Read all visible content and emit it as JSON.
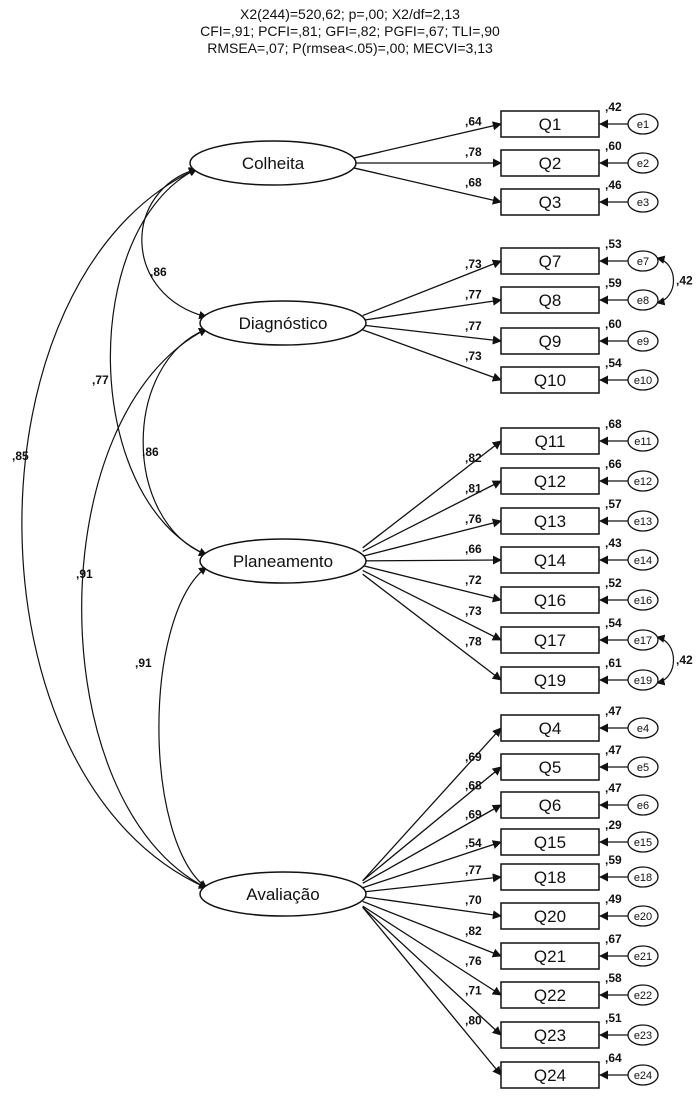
{
  "fit_stats": [
    "X2(244)=520,62; p=,00; X2/df=2,13",
    "CFI=,91; PCFI=,81; GFI=,82; PGFI=,67; TLI=,90",
    "RMSEA=,07; P(rmsea<.05)=,00; MECVI=3,13"
  ],
  "factors": [
    {
      "name": "Colheita",
      "items": [
        {
          "item": "Q1",
          "loading": ",64",
          "r2": ",42",
          "error": "e1"
        },
        {
          "item": "Q2",
          "loading": ",78",
          "r2": ",60",
          "error": "e2"
        },
        {
          "item": "Q3",
          "loading": ",68",
          "r2": ",46",
          "error": "e3"
        }
      ]
    },
    {
      "name": "Diagnóstico",
      "items": [
        {
          "item": "Q7",
          "loading": ",73",
          "r2": ",53",
          "error": "e7"
        },
        {
          "item": "Q8",
          "loading": ",77",
          "r2": ",59",
          "error": "e8"
        },
        {
          "item": "Q9",
          "loading": ",77",
          "r2": ",60",
          "error": "e9"
        },
        {
          "item": "Q10",
          "loading": ",73",
          "r2": ",54",
          "error": "e10"
        }
      ]
    },
    {
      "name": "Planeamento",
      "items": [
        {
          "item": "Q11",
          "loading": ",82",
          "r2": ",68",
          "error": "e11"
        },
        {
          "item": "Q12",
          "loading": ",81",
          "r2": ",66",
          "error": "e12"
        },
        {
          "item": "Q13",
          "loading": ",76",
          "r2": ",57",
          "error": "e13"
        },
        {
          "item": "Q14",
          "loading": ",66",
          "r2": ",43",
          "error": "e14"
        },
        {
          "item": "Q16",
          "loading": ",72",
          "r2": ",52",
          "error": "e16"
        },
        {
          "item": "Q17",
          "loading": ",73",
          "r2": ",54",
          "error": "e17"
        },
        {
          "item": "Q19",
          "loading": ",78",
          "r2": ",61",
          "error": "e19"
        }
      ]
    },
    {
      "name": "Avaliação",
      "items": [
        {
          "item": "Q4",
          "loading": ",69",
          "r2": ",47",
          "error": "e4"
        },
        {
          "item": "Q5",
          "loading": ",68",
          "r2": ",47",
          "error": "e5"
        },
        {
          "item": "Q6",
          "loading": ",69",
          "r2": ",47",
          "error": "e6"
        },
        {
          "item": "Q15",
          "loading": ",54",
          "r2": ",29",
          "error": "e15"
        },
        {
          "item": "Q18",
          "loading": ",77",
          "r2": ",59",
          "error": "e18"
        },
        {
          "item": "Q20",
          "loading": ",70",
          "r2": ",49",
          "error": "e20"
        },
        {
          "item": "Q21",
          "loading": ",82",
          "r2": ",67",
          "error": "e21"
        },
        {
          "item": "Q22",
          "loading": ",76",
          "r2": ",58",
          "error": "e22"
        },
        {
          "item": "Q23",
          "loading": ",71",
          "r2": ",51",
          "error": "e23"
        },
        {
          "item": "Q24",
          "loading": ",80",
          "r2": ",64",
          "error": "e24"
        }
      ]
    }
  ],
  "factor_correlations": [
    {
      "from": "Colheita",
      "to": "Diagnóstico",
      "value": ",86"
    },
    {
      "from": "Colheita",
      "to": "Planeamento",
      "value": ",77"
    },
    {
      "from": "Colheita",
      "to": "Avaliação",
      "value": ",85"
    },
    {
      "from": "Diagnóstico",
      "to": "Planeamento",
      "value": ",86"
    },
    {
      "from": "Diagnóstico",
      "to": "Avaliação",
      "value": ",91"
    },
    {
      "from": "Planeamento",
      "to": "Avaliação",
      "value": ",91"
    }
  ],
  "error_covariances": [
    {
      "from": "e7",
      "to": "e8",
      "value": ",42"
    },
    {
      "from": "e17",
      "to": "e19",
      "value": ",42"
    }
  ]
}
